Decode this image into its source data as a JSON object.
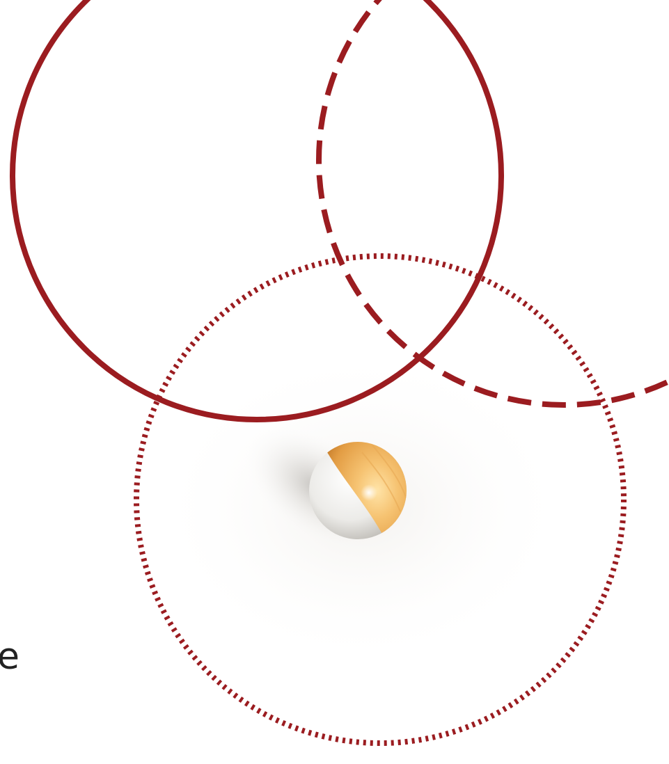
{
  "diagram": {
    "edge_text": "e",
    "circles": [
      {
        "name": "solid-circle",
        "style": "solid"
      },
      {
        "name": "dashed-circle",
        "style": "dashed"
      },
      {
        "name": "dotted-circle",
        "style": "dotted"
      }
    ],
    "ball": {
      "name": "two-tone-ball",
      "materials": [
        "white",
        "wood"
      ]
    }
  },
  "colors": {
    "circle_stroke": "#9b1c20",
    "ball_white": "#f2f2f0",
    "ball_wood": "#f0b45c",
    "background": "#ffffff"
  }
}
